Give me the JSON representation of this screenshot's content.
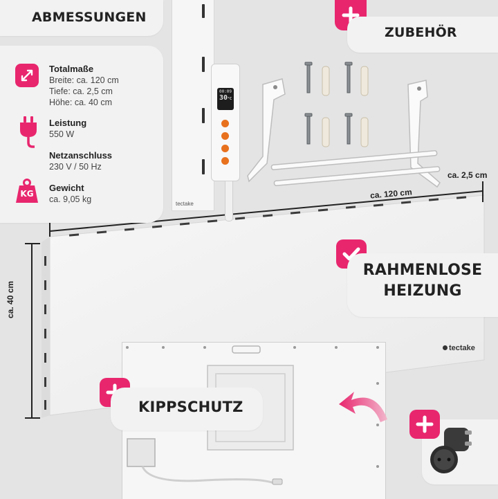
{
  "brand": "tectake",
  "colors": {
    "accent": "#e8266e",
    "background": "#e4e4e4",
    "card": "#f2f2f2"
  },
  "abmessungen": {
    "title": "ABMESSUNGEN"
  },
  "specs": {
    "size": {
      "icon": "diagonal-arrows-icon",
      "label": "Totalmaße",
      "lines": [
        "Breite: ca. 120 cm",
        "Tiefe: ca. 2,5 cm",
        "Höhe: ca. 40 cm"
      ]
    },
    "power": {
      "icon": "plug-icon",
      "label": "Leistung",
      "lines": [
        "550 W"
      ]
    },
    "mains": {
      "label": "Netzanschluss",
      "lines": [
        "230 V / 50 Hz"
      ]
    },
    "weight": {
      "icon": "kg-weight-icon",
      "icon_text": "KG",
      "label": "Gewicht",
      "lines": [
        "ca. 9,05 kg"
      ]
    }
  },
  "zubehor": {
    "title": "ZUBEHÖR"
  },
  "rahmenlose": {
    "line1": "RAHMENLOSE",
    "line2": "HEIZUNG"
  },
  "kippschutz": {
    "title": "KIPPSCHUTZ"
  },
  "dimensions": {
    "width": "ca. 120 cm",
    "depth": "ca. 2,5 cm",
    "height": "ca. 40 cm"
  },
  "thermostat": {
    "time": "00:09",
    "temp": "30",
    "unit": "°C"
  }
}
